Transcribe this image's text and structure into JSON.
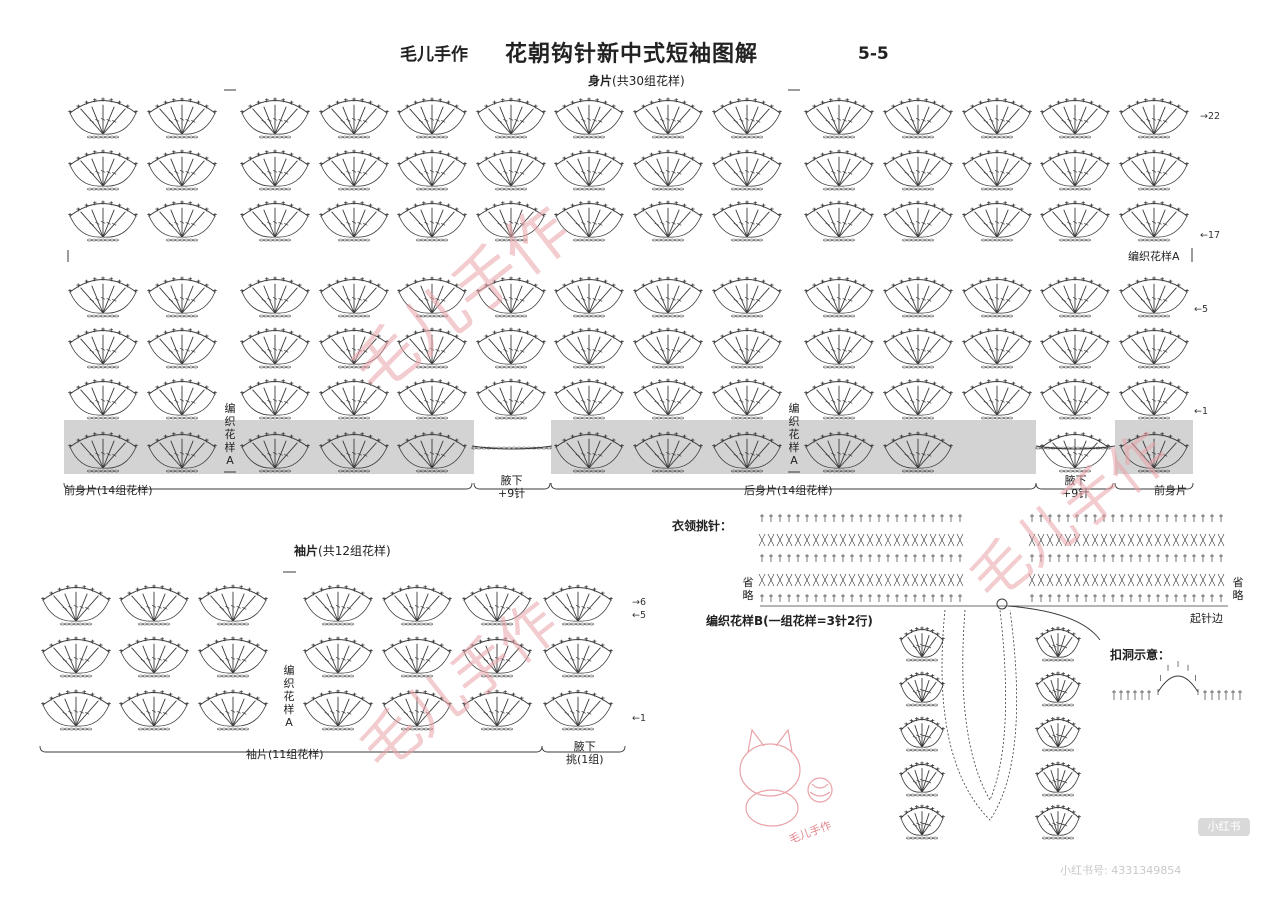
{
  "header": {
    "author": "毛儿手作",
    "title": "花朝钩针新中式短袖图解",
    "page": "5-5"
  },
  "body_section": {
    "title": "身片",
    "title_note": "(共30组花样)",
    "pattern_label_right": "编织花样A",
    "pattern_label_mid_1": "编织花样A",
    "pattern_label_mid_2": "编织花样A",
    "row_markers": [
      "22",
      "17",
      "5",
      "1"
    ],
    "front_left": "前身片(14组花样)",
    "underarm_1": [
      "腋下",
      "+9针"
    ],
    "back": "后身片(14组花样)",
    "underarm_2": [
      "腋下",
      "+9针"
    ],
    "front_right": "前身片"
  },
  "sleeve_section": {
    "title": "袖片",
    "title_note": "(共12组花样)",
    "pattern_label": "编织花样A",
    "row_markers": [
      "6",
      "5",
      "1"
    ],
    "sleeve": "袖片(11组花样)",
    "underarm": [
      "腋下",
      "挑(1组)"
    ]
  },
  "collar_section": {
    "title": "衣领挑针：",
    "omit_left": "省略",
    "omit_right": "省略",
    "start_edge": "起针边",
    "pattern_b": "编织花样B(一组花样=3针2行)",
    "buttonhole": "扣洞示意："
  },
  "watermark": {
    "brand_text": "毛儿手作",
    "badge": "小红书",
    "id_text": "小红书号: 4331349854"
  },
  "colors": {
    "line": "#3a3a3a",
    "highlight": "#c8c8c8",
    "watermark": "#e8a3a8"
  }
}
